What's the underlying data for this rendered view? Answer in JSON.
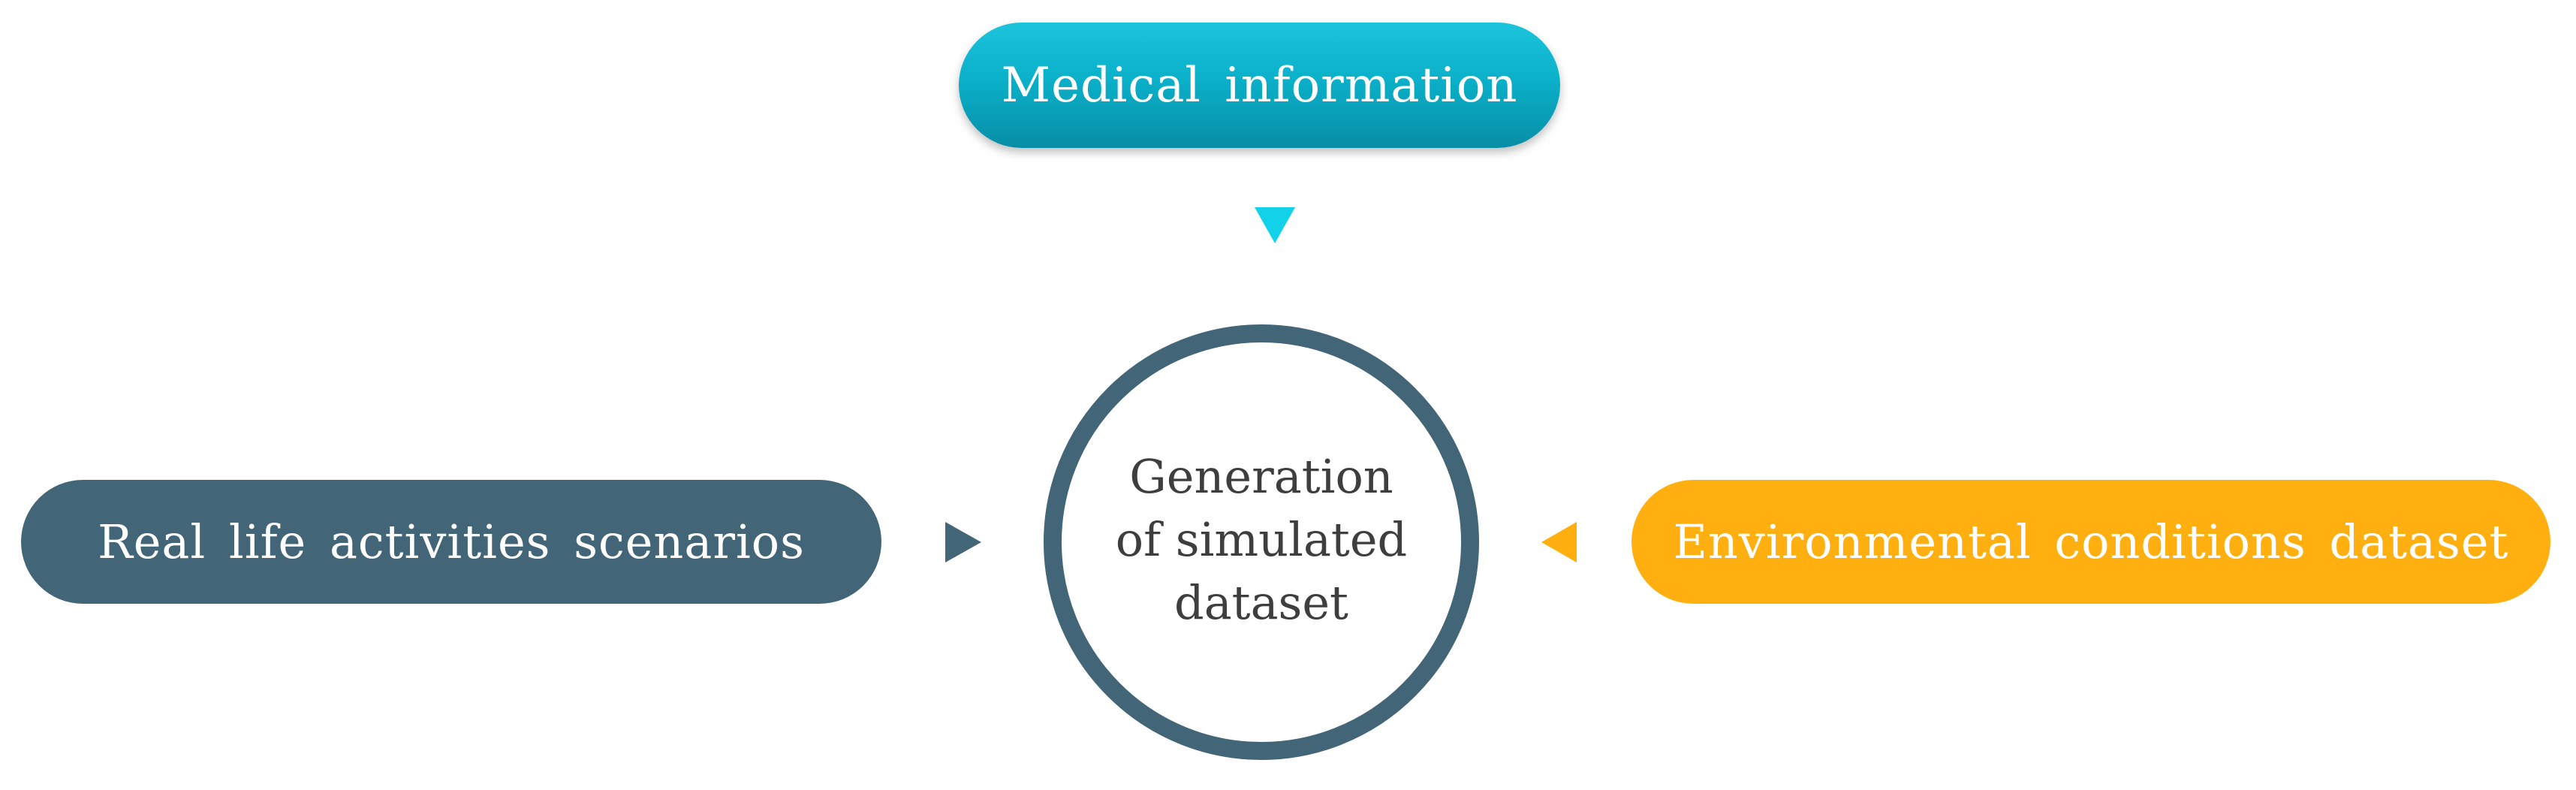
{
  "top_node": {
    "label": "Medical information",
    "color": "#0bb0c9"
  },
  "left_node": {
    "label": "Real life activities scenarios",
    "color": "#436578"
  },
  "right_node": {
    "label": "Environmental conditions dataset",
    "color": "#ffb010"
  },
  "center_node": {
    "lines": [
      "Generation",
      "of simulated",
      "dataset"
    ],
    "ring_color": "#436578"
  },
  "arrows": [
    {
      "name": "down-arrow",
      "color": "#12d2ea"
    },
    {
      "name": "right-arrow",
      "color": "#436578"
    },
    {
      "name": "left-arrow",
      "color": "#ffb010"
    }
  ]
}
